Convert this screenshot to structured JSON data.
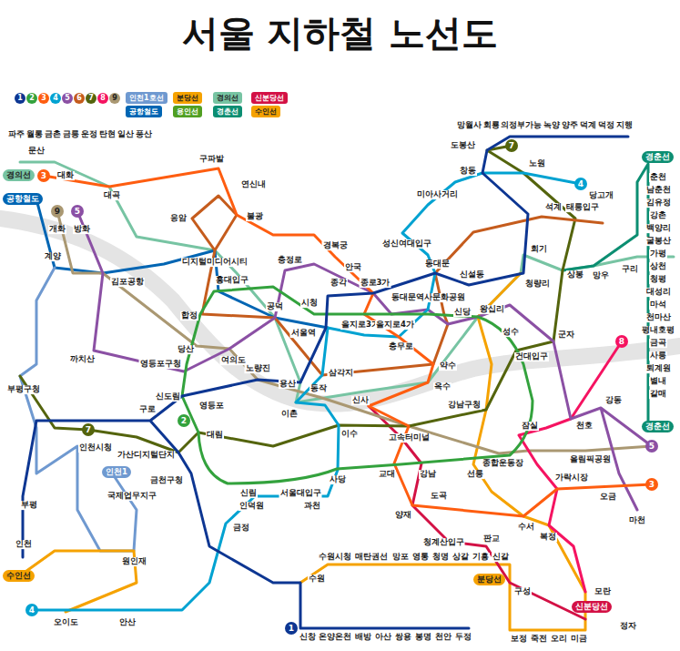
{
  "diagram": {
    "title": "서울 지하철 노선도",
    "nodes": [
      {
        "text": [
          "경의선"
        ]
      },
      {
        "text": [
          "공항철도"
        ]
      },
      {
        "text": [
          "경춘선"
        ]
      },
      {
        "text": [
          "경춘선"
        ]
      },
      {
        "text": [
          "수인선"
        ]
      },
      {
        "text": [
          "분당선"
        ]
      },
      {
        "text": [
          "신분당선"
        ]
      },
      {
        "text": [
          "인천1"
        ]
      },
      {
        "text": [
          "3"
        ]
      },
      {
        "text": [
          "9"
        ]
      },
      {
        "text": [
          "5"
        ]
      },
      {
        "text": [
          "7"
        ]
      },
      {
        "text": [
          "4"
        ]
      },
      {
        "text": [
          "8"
        ]
      },
      {
        "text": [
          "2"
        ]
      },
      {
        "text": [
          "7"
        ]
      },
      {
        "text": [
          "4"
        ]
      },
      {
        "text": [
          "1"
        ]
      },
      {
        "text": [
          "5"
        ]
      },
      {
        "text": [
          "3"
        ]
      }
    ],
    "labels": [
      "파주",
      "월롱",
      "금촌",
      "금릉",
      "운정",
      "탄현",
      "일산",
      "풍산",
      "문산",
      "망월사",
      "회룡",
      "의정부",
      "가능",
      "녹양",
      "양주",
      "덕계",
      "덕정",
      "지행",
      "춘천",
      "남춘천",
      "김유정",
      "강촌",
      "백양리",
      "굴봉산",
      "가평",
      "상천",
      "청평",
      "대성리",
      "마석",
      "천마산",
      "평내호평",
      "금곡",
      "사릉",
      "퇴계원",
      "별내",
      "갈매",
      "신창",
      "온양온천",
      "배방",
      "아산",
      "쌍용",
      "봉명",
      "천안",
      "두정",
      "수원시청",
      "매탄권선",
      "망포",
      "영통",
      "청명",
      "상갈",
      "기흥",
      "신갈",
      "구성",
      "보정",
      "죽전",
      "오리",
      "미금",
      "정자",
      "대화",
      "대곡",
      "구파발",
      "연신내",
      "불광",
      "응암",
      "경복궁",
      "안국",
      "디지털미디어시티",
      "계양",
      "개화",
      "방화",
      "김포공항",
      "까치산",
      "부평구청",
      "부평",
      "인천",
      "인천시청",
      "원인재",
      "국제업무지구",
      "오이도",
      "안산",
      "구로",
      "가산디지털단지",
      "금천구청",
      "금정",
      "수원",
      "시청",
      "서울역",
      "종각",
      "종로3가",
      "동대문",
      "신설동",
      "청량리",
      "회기",
      "석계",
      "창동",
      "도봉산",
      "노원",
      "당고개",
      "용산",
      "노량진",
      "신도림",
      "대림",
      "영등포구청",
      "당산",
      "합정",
      "공덕",
      "여의도",
      "충정로",
      "을지로3가",
      "을지로4가",
      "동대문역사문화공원",
      "신당",
      "왕십리",
      "성수",
      "건대입구",
      "군자",
      "상봉",
      "망우",
      "태릉입구",
      "천호",
      "강동",
      "잠실",
      "강남구청",
      "고속터미널",
      "신사",
      "약수",
      "옥수",
      "충무로",
      "삼각지",
      "이촌",
      "동작",
      "이수",
      "사당",
      "교대",
      "강남",
      "선릉",
      "종합운동장",
      "양재",
      "도곡",
      "수서",
      "가락시장",
      "오금",
      "복정",
      "모란",
      "청계산입구",
      "판교",
      "올림픽공원",
      "서울대입구",
      "신림",
      "과천",
      "인덕원",
      "성신여대입구",
      "미아사거리",
      "마천",
      "구리",
      "홍대입구",
      "영등포"
    ],
    "legend": [
      {
        "text": "1",
        "color": "#0d3692"
      },
      {
        "text": "2",
        "color": "#33a23d"
      },
      {
        "text": "3",
        "color": "#fe5d10"
      },
      {
        "text": "4",
        "color": "#00a2d1"
      },
      {
        "text": "5",
        "color": "#8b50a4"
      },
      {
        "text": "6",
        "color": "#c55c1d"
      },
      {
        "text": "7",
        "color": "#54640d"
      },
      {
        "text": "8",
        "color": "#f51361"
      },
      {
        "text": "9",
        "color": "#aa9872"
      },
      {
        "text": "인천1호선",
        "color": "#6f99d0"
      },
      {
        "text": "분당선",
        "color": "#f5a200"
      },
      {
        "text": "경의선",
        "color": "#77c4a3"
      },
      {
        "text": "신분당선",
        "color": "#d31145"
      },
      {
        "text": "공항철도",
        "color": "#0065b3"
      },
      {
        "text": "용인선",
        "color": "#509f22"
      },
      {
        "text": "경춘선",
        "color": "#0c8e72"
      },
      {
        "text": "수인선",
        "color": "#f5a200"
      }
    ]
  }
}
